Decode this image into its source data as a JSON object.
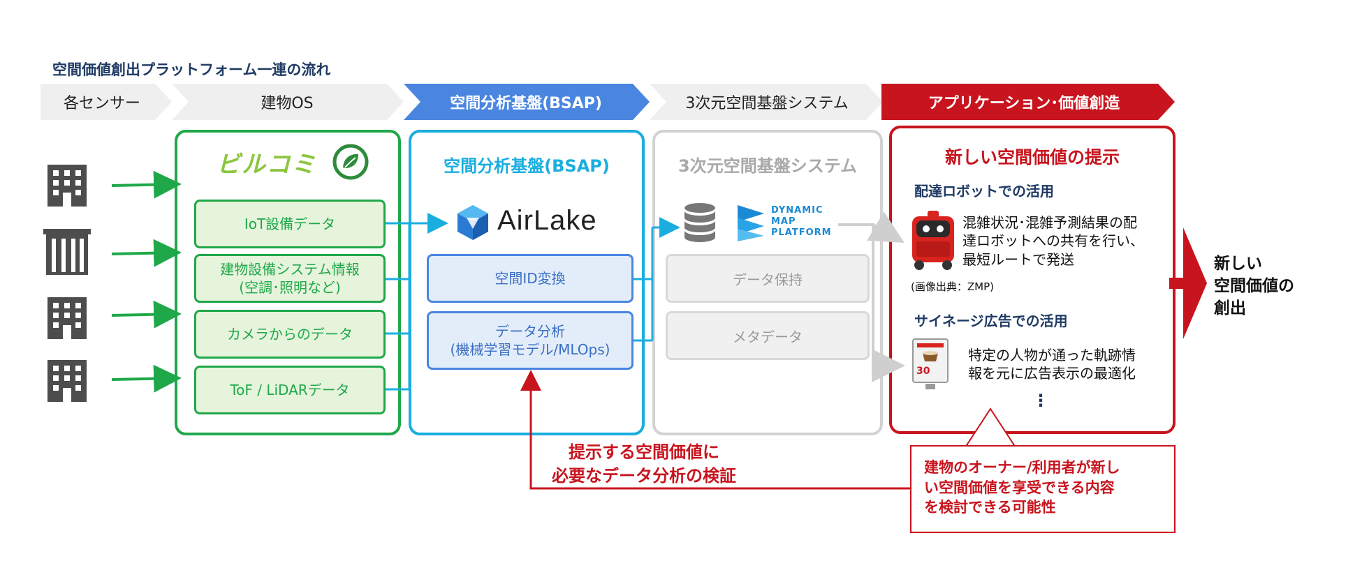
{
  "title": "空間価値創出プラットフォーム一連の流れ",
  "chevrons": {
    "sensors": "各センサー",
    "building_os": "建物OS",
    "bsap": "空間分析基盤(BSAP)",
    "system3d": "3次元空間基盤システム",
    "application": "アプリケーション･価値創造"
  },
  "building_os": {
    "logo": "ビルコミ",
    "items": [
      "IoT設備データ",
      "建物設備システム情報\n(空調･照明など)",
      "カメラからのデータ",
      "ToF / LiDARデータ"
    ]
  },
  "bsap": {
    "title": "空間分析基盤(BSAP)",
    "logo": "AirLake",
    "items": [
      "空間ID変換",
      "データ分析\n(機械学習モデル/MLOps)"
    ]
  },
  "system3d": {
    "title": "3次元空間基盤システム",
    "dmp_logo": [
      "DYNAMIC",
      "MAP",
      "PLATFORM"
    ],
    "items": [
      "データ保持",
      "メタデータ"
    ]
  },
  "application": {
    "title": "新しい空間価値の提示",
    "robot_heading": "配達ロボットでの活用",
    "robot_text": "混雑状況･混雑予測結果の配\n達ロボットへの共有を行い、\n最短ルートで発送",
    "credit": "(画像出典：ZMP)",
    "signage_heading": "サイネージ広告での活用",
    "signage_text": "特定の人物が通った軌跡情\n報を元に広告表示の最適化",
    "ellipsis": "⋮",
    "sign_text": "30"
  },
  "final_output": "新しい\n空間価値の\n創出",
  "feedback": "提示する空間価値に\n必要なデータ分析の検証",
  "callout": "建物のオーナー/利用者が新し\nい空間価値を享受できる内容\nを検討できる可能性",
  "colors": {
    "green": "#1fa84a",
    "blue": "#1aaee0",
    "blue_header": "#4a86e0",
    "red": "#c8141e",
    "navy": "#1f3a64"
  }
}
